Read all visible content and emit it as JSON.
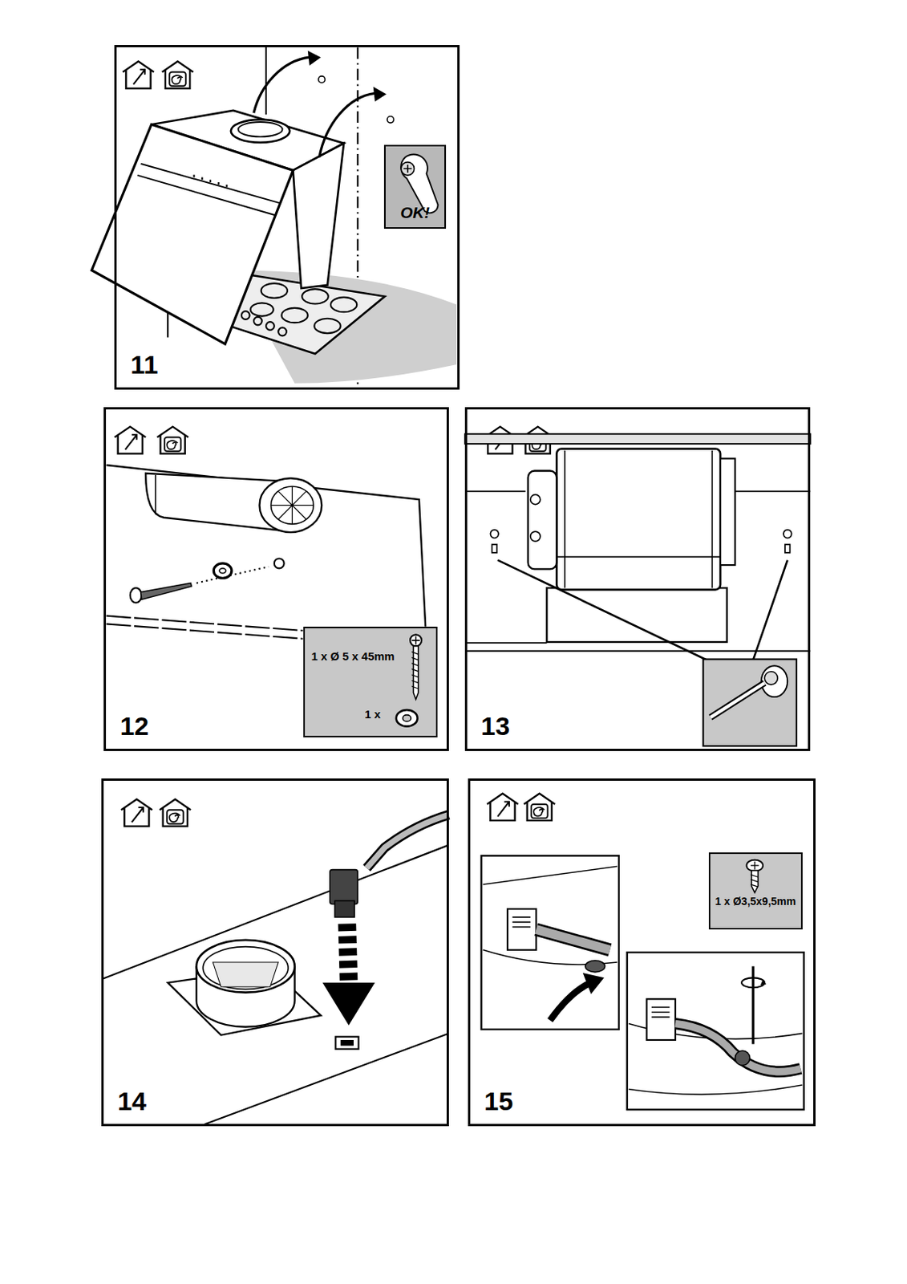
{
  "diagram": {
    "nodes": [
      {
        "text": [
          "11"
        ]
      },
      {
        "text": [
          "OK!"
        ],
        "in": 0
      },
      {
        "text": [
          "12"
        ]
      },
      {
        "text": [
          "1 x Ø 5 x 45mm",
          "1 x"
        ],
        "in": 2
      },
      {
        "text": [
          "13"
        ]
      },
      {
        "text": [
          "14"
        ]
      },
      {
        "text": [
          "15"
        ]
      },
      {
        "text": [
          "1 x Ø3,5x9,5mm"
        ],
        "in": 6
      }
    ]
  }
}
